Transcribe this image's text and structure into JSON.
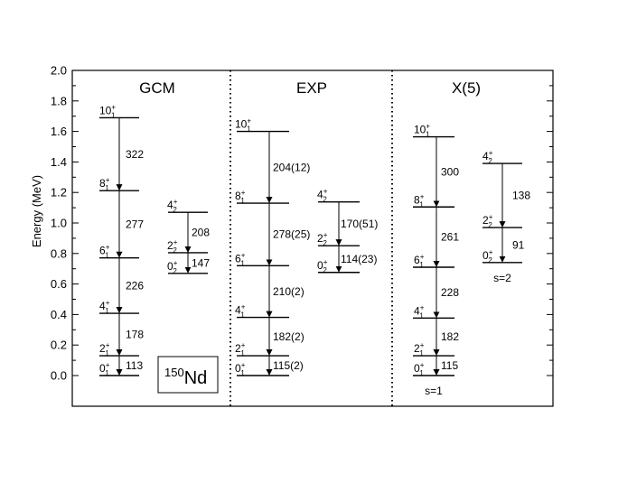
{
  "chart_data": {
    "type": "level-scheme",
    "ylabel": "Energy (MeV)",
    "ylim": [
      -0.2,
      2.0
    ],
    "yticks": [
      "2.0",
      "1.8",
      "1.6",
      "1.4",
      "1.2",
      "1.0",
      "0.8",
      "0.6",
      "0.4",
      "0.2",
      "0.0"
    ],
    "nucleus": {
      "mass": "150",
      "element": "Nd"
    },
    "panels": [
      {
        "title": "GCM",
        "levels": [
          {
            "J": "0",
            "i": "1",
            "E": 0.0,
            "col": 0
          },
          {
            "J": "2",
            "i": "1",
            "E": 0.13,
            "col": 0
          },
          {
            "J": "4",
            "i": "1",
            "E": 0.408,
            "col": 0
          },
          {
            "J": "6",
            "i": "1",
            "E": 0.771,
            "col": 0
          },
          {
            "J": "8",
            "i": "1",
            "E": 1.212,
            "col": 0
          },
          {
            "J": "10",
            "i": "1",
            "E": 1.69,
            "col": 0
          },
          {
            "J": "0",
            "i": "2",
            "E": 0.67,
            "col": 1
          },
          {
            "J": "2",
            "i": "2",
            "E": 0.805,
            "col": 1
          },
          {
            "J": "4",
            "i": "2",
            "E": 1.07,
            "col": 1
          }
        ],
        "transitions": [
          {
            "label": "113",
            "col": 0,
            "from": 0.13,
            "to": 0.0
          },
          {
            "label": "178",
            "col": 0,
            "from": 0.408,
            "to": 0.13
          },
          {
            "label": "226",
            "col": 0,
            "from": 0.771,
            "to": 0.408
          },
          {
            "label": "277",
            "col": 0,
            "from": 1.212,
            "to": 0.771
          },
          {
            "label": "322",
            "col": 0,
            "from": 1.69,
            "to": 1.212
          },
          {
            "label": "147",
            "col": 1,
            "from": 0.805,
            "to": 0.67
          },
          {
            "label": "208",
            "col": 1,
            "from": 1.07,
            "to": 0.805
          }
        ],
        "notes": []
      },
      {
        "title": "EXP",
        "levels": [
          {
            "J": "0",
            "i": "1",
            "E": 0.0,
            "col": 0
          },
          {
            "J": "2",
            "i": "1",
            "E": 0.13,
            "col": 0
          },
          {
            "J": "4",
            "i": "1",
            "E": 0.381,
            "col": 0
          },
          {
            "J": "6",
            "i": "1",
            "E": 0.72,
            "col": 0
          },
          {
            "J": "8",
            "i": "1",
            "E": 1.13,
            "col": 0
          },
          {
            "J": "10",
            "i": "1",
            "E": 1.6,
            "col": 0
          },
          {
            "J": "0",
            "i": "2",
            "E": 0.676,
            "col": 1
          },
          {
            "J": "2",
            "i": "2",
            "E": 0.851,
            "col": 1
          },
          {
            "J": "4",
            "i": "2",
            "E": 1.138,
            "col": 1
          }
        ],
        "transitions": [
          {
            "label": "115(2)",
            "col": 0,
            "from": 0.13,
            "to": 0.0
          },
          {
            "label": "182(2)",
            "col": 0,
            "from": 0.381,
            "to": 0.13
          },
          {
            "label": "210(2)",
            "col": 0,
            "from": 0.72,
            "to": 0.381
          },
          {
            "label": "278(25)",
            "col": 0,
            "from": 1.13,
            "to": 0.72
          },
          {
            "label": "204(12)",
            "col": 0,
            "from": 1.6,
            "to": 1.13
          },
          {
            "label": "114(23)",
            "col": 1,
            "from": 0.851,
            "to": 0.676
          },
          {
            "label": "170(51)",
            "col": 1,
            "from": 1.138,
            "to": 0.851
          }
        ],
        "notes": []
      },
      {
        "title": "X(5)",
        "levels": [
          {
            "J": "0",
            "i": "1",
            "E": 0.0,
            "col": 0
          },
          {
            "J": "2",
            "i": "1",
            "E": 0.13,
            "col": 0
          },
          {
            "J": "4",
            "i": "1",
            "E": 0.377,
            "col": 0
          },
          {
            "J": "6",
            "i": "1",
            "E": 0.71,
            "col": 0
          },
          {
            "J": "8",
            "i": "1",
            "E": 1.105,
            "col": 0
          },
          {
            "J": "10",
            "i": "1",
            "E": 1.565,
            "col": 0
          },
          {
            "J": "0",
            "i": "2",
            "E": 0.741,
            "col": 1
          },
          {
            "J": "2",
            "i": "2",
            "E": 0.97,
            "col": 1
          },
          {
            "J": "4",
            "i": "2",
            "E": 1.39,
            "col": 1
          }
        ],
        "transitions": [
          {
            "label": "115",
            "col": 0,
            "from": 0.13,
            "to": 0.0
          },
          {
            "label": "182",
            "col": 0,
            "from": 0.377,
            "to": 0.13
          },
          {
            "label": "228",
            "col": 0,
            "from": 0.71,
            "to": 0.377
          },
          {
            "label": "261",
            "col": 0,
            "from": 1.105,
            "to": 0.71
          },
          {
            "label": "300",
            "col": 0,
            "from": 1.565,
            "to": 1.105
          },
          {
            "label": "91",
            "col": 1,
            "from": 0.97,
            "to": 0.741
          },
          {
            "label": "138",
            "col": 1,
            "from": 1.39,
            "to": 0.97
          }
        ],
        "notes": [
          {
            "text": "s=1",
            "col": 0,
            "E": -0.1
          },
          {
            "text": "s=2",
            "col": 1,
            "E": 0.64
          }
        ]
      }
    ]
  }
}
